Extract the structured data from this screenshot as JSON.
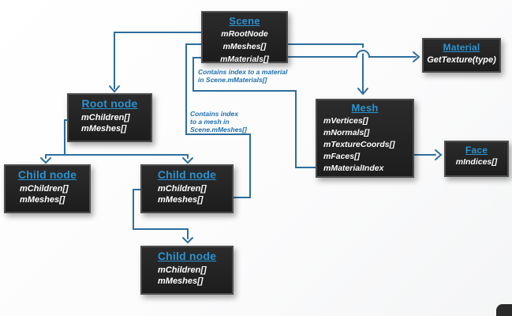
{
  "diagram": {
    "title_semantics": "Assimp scene graph structure",
    "boxes": {
      "scene": {
        "title": "Scene",
        "fields": [
          "mRootNode",
          "mMeshes[]",
          "mMaterials[]"
        ]
      },
      "material": {
        "title": "Material",
        "fields": [
          "GetTexture(type)"
        ]
      },
      "root_node": {
        "title": "Root node",
        "fields": [
          "mChildren[]",
          "mMeshes[]"
        ]
      },
      "mesh": {
        "title": "Mesh",
        "fields": [
          "mVertices[]",
          "mNormals[]",
          "mTextureCoords[]",
          "mFaces[]",
          "mMaterialIndex"
        ]
      },
      "face": {
        "title": "Face",
        "fields": [
          "mIndices[]"
        ]
      },
      "child_left": {
        "title": "Child node",
        "fields": [
          "mChildren[]",
          "mMeshes[]"
        ]
      },
      "child_mid": {
        "title": "Child node",
        "fields": [
          "mChildren[]",
          "mMeshes[]"
        ]
      },
      "child_bottom": {
        "title": "Child node",
        "fields": [
          "mChildren[]",
          "mMeshes[]"
        ]
      }
    },
    "annotations": {
      "material_index": {
        "lines": [
          "Contains index to a material",
          "in Scene.mMaterials[]"
        ]
      },
      "mesh_index": {
        "lines": [
          "Contains index",
          "to a mesh in",
          "Scene.mMeshes[]"
        ]
      }
    },
    "edges": [
      {
        "from": "Scene.mRootNode",
        "to": "Root node"
      },
      {
        "from": "Scene.mMeshes[]",
        "to": "Mesh"
      },
      {
        "from": "Scene.mMaterials[]",
        "to": "Material"
      },
      {
        "from": "Mesh.mFaces[]",
        "to": "Face"
      },
      {
        "from": "Mesh.mMaterialIndex",
        "to": "Scene.mMaterials[]"
      },
      {
        "from": "Child node.mMeshes[]",
        "to": "Scene.mMeshes[]"
      },
      {
        "from": "Root node.mChildren[]",
        "to": "Child node (left, middle)"
      },
      {
        "from": "Child node.mChildren[]",
        "to": "Child node (bottom)"
      }
    ],
    "colors": {
      "box_background": "#232323",
      "box_border": "#4d4d4d",
      "title_blue": "#2b93d1",
      "line_blue": "#2e6e9e",
      "annotation_blue": "#1d6fae",
      "field_text": "#ffffff"
    }
  }
}
